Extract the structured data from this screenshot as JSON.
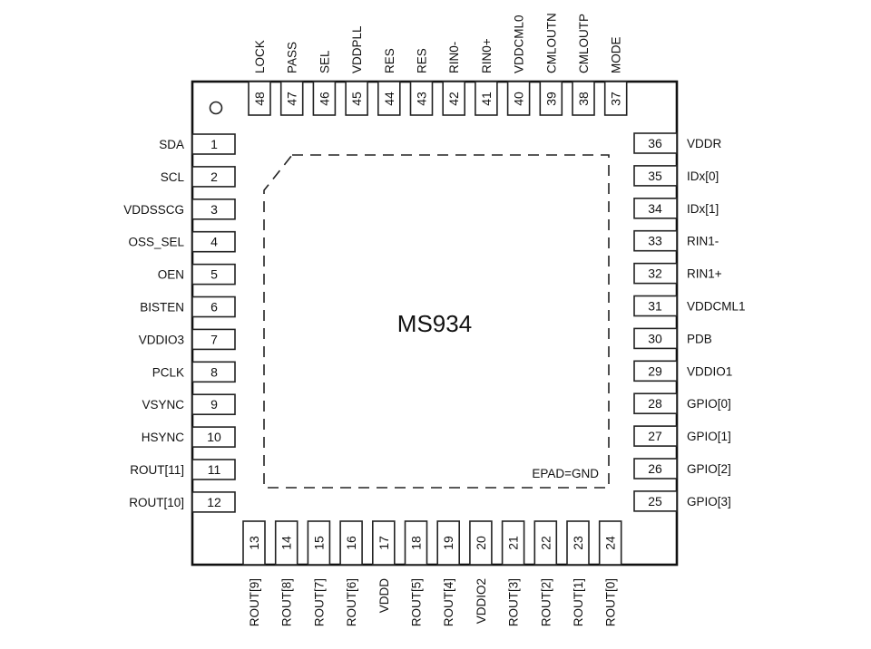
{
  "chip": {
    "name": "MS934",
    "epad_label": "EPAD=GND",
    "pin1_marker": "circle"
  },
  "pins": {
    "left": [
      {
        "number": "1",
        "name": "SDA"
      },
      {
        "number": "2",
        "name": "SCL"
      },
      {
        "number": "3",
        "name": "VDDSSCG"
      },
      {
        "number": "4",
        "name": "OSS_SEL"
      },
      {
        "number": "5",
        "name": "OEN"
      },
      {
        "number": "6",
        "name": "BISTEN"
      },
      {
        "number": "7",
        "name": "VDDIO3"
      },
      {
        "number": "8",
        "name": "PCLK"
      },
      {
        "number": "9",
        "name": "VSYNC"
      },
      {
        "number": "10",
        "name": "HSYNC"
      },
      {
        "number": "11",
        "name": "ROUT[11]"
      },
      {
        "number": "12",
        "name": "ROUT[10]"
      }
    ],
    "bottom": [
      {
        "number": "13",
        "name": "ROUT[9]"
      },
      {
        "number": "14",
        "name": "ROUT[8]"
      },
      {
        "number": "15",
        "name": "ROUT[7]"
      },
      {
        "number": "16",
        "name": "ROUT[6]"
      },
      {
        "number": "17",
        "name": "VDDD"
      },
      {
        "number": "18",
        "name": "ROUT[5]"
      },
      {
        "number": "19",
        "name": "ROUT[4]"
      },
      {
        "number": "20",
        "name": "VDDIO2"
      },
      {
        "number": "21",
        "name": "ROUT[3]"
      },
      {
        "number": "22",
        "name": "ROUT[2]"
      },
      {
        "number": "23",
        "name": "ROUT[1]"
      },
      {
        "number": "24",
        "name": "ROUT[0]"
      }
    ],
    "right": [
      {
        "number": "36",
        "name": "VDDR"
      },
      {
        "number": "35",
        "name": "IDx[0]"
      },
      {
        "number": "34",
        "name": "IDx[1]"
      },
      {
        "number": "33",
        "name": "RIN1-"
      },
      {
        "number": "32",
        "name": "RIN1+"
      },
      {
        "number": "31",
        "name": "VDDCML1"
      },
      {
        "number": "30",
        "name": "PDB"
      },
      {
        "number": "29",
        "name": "VDDIO1"
      },
      {
        "number": "28",
        "name": "GPIO[0]"
      },
      {
        "number": "27",
        "name": "GPIO[1]"
      },
      {
        "number": "26",
        "name": "GPIO[2]"
      },
      {
        "number": "25",
        "name": "GPIO[3]"
      }
    ],
    "top": [
      {
        "number": "48",
        "name": "LOCK"
      },
      {
        "number": "47",
        "name": "PASS"
      },
      {
        "number": "46",
        "name": "SEL"
      },
      {
        "number": "45",
        "name": "VDDPLL"
      },
      {
        "number": "44",
        "name": "RES"
      },
      {
        "number": "43",
        "name": "RES"
      },
      {
        "number": "42",
        "name": "RIN0-"
      },
      {
        "number": "41",
        "name": "RIN0+"
      },
      {
        "number": "40",
        "name": "VDDCML0"
      },
      {
        "number": "39",
        "name": "CMLOUTN"
      },
      {
        "number": "38",
        "name": "CMLOUTP"
      },
      {
        "number": "37",
        "name": "MODE"
      }
    ]
  }
}
